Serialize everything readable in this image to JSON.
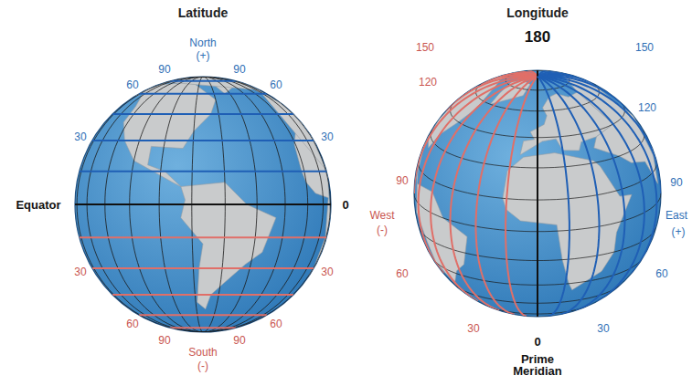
{
  "diagram": {
    "labels": [
      "Latitude",
      "North",
      "(+)",
      "90",
      "90",
      "60",
      "60",
      "30",
      "30",
      "Equator",
      "0",
      "30",
      "30",
      "60",
      "60",
      "90",
      "90",
      "South",
      "(-)",
      "Longitude",
      "180",
      "150",
      "150",
      "120",
      "120",
      "90",
      "90",
      "West",
      "(-)",
      "East",
      "(+)",
      "60",
      "60",
      "30",
      "30",
      "0",
      "Prime Meridian"
    ]
  }
}
